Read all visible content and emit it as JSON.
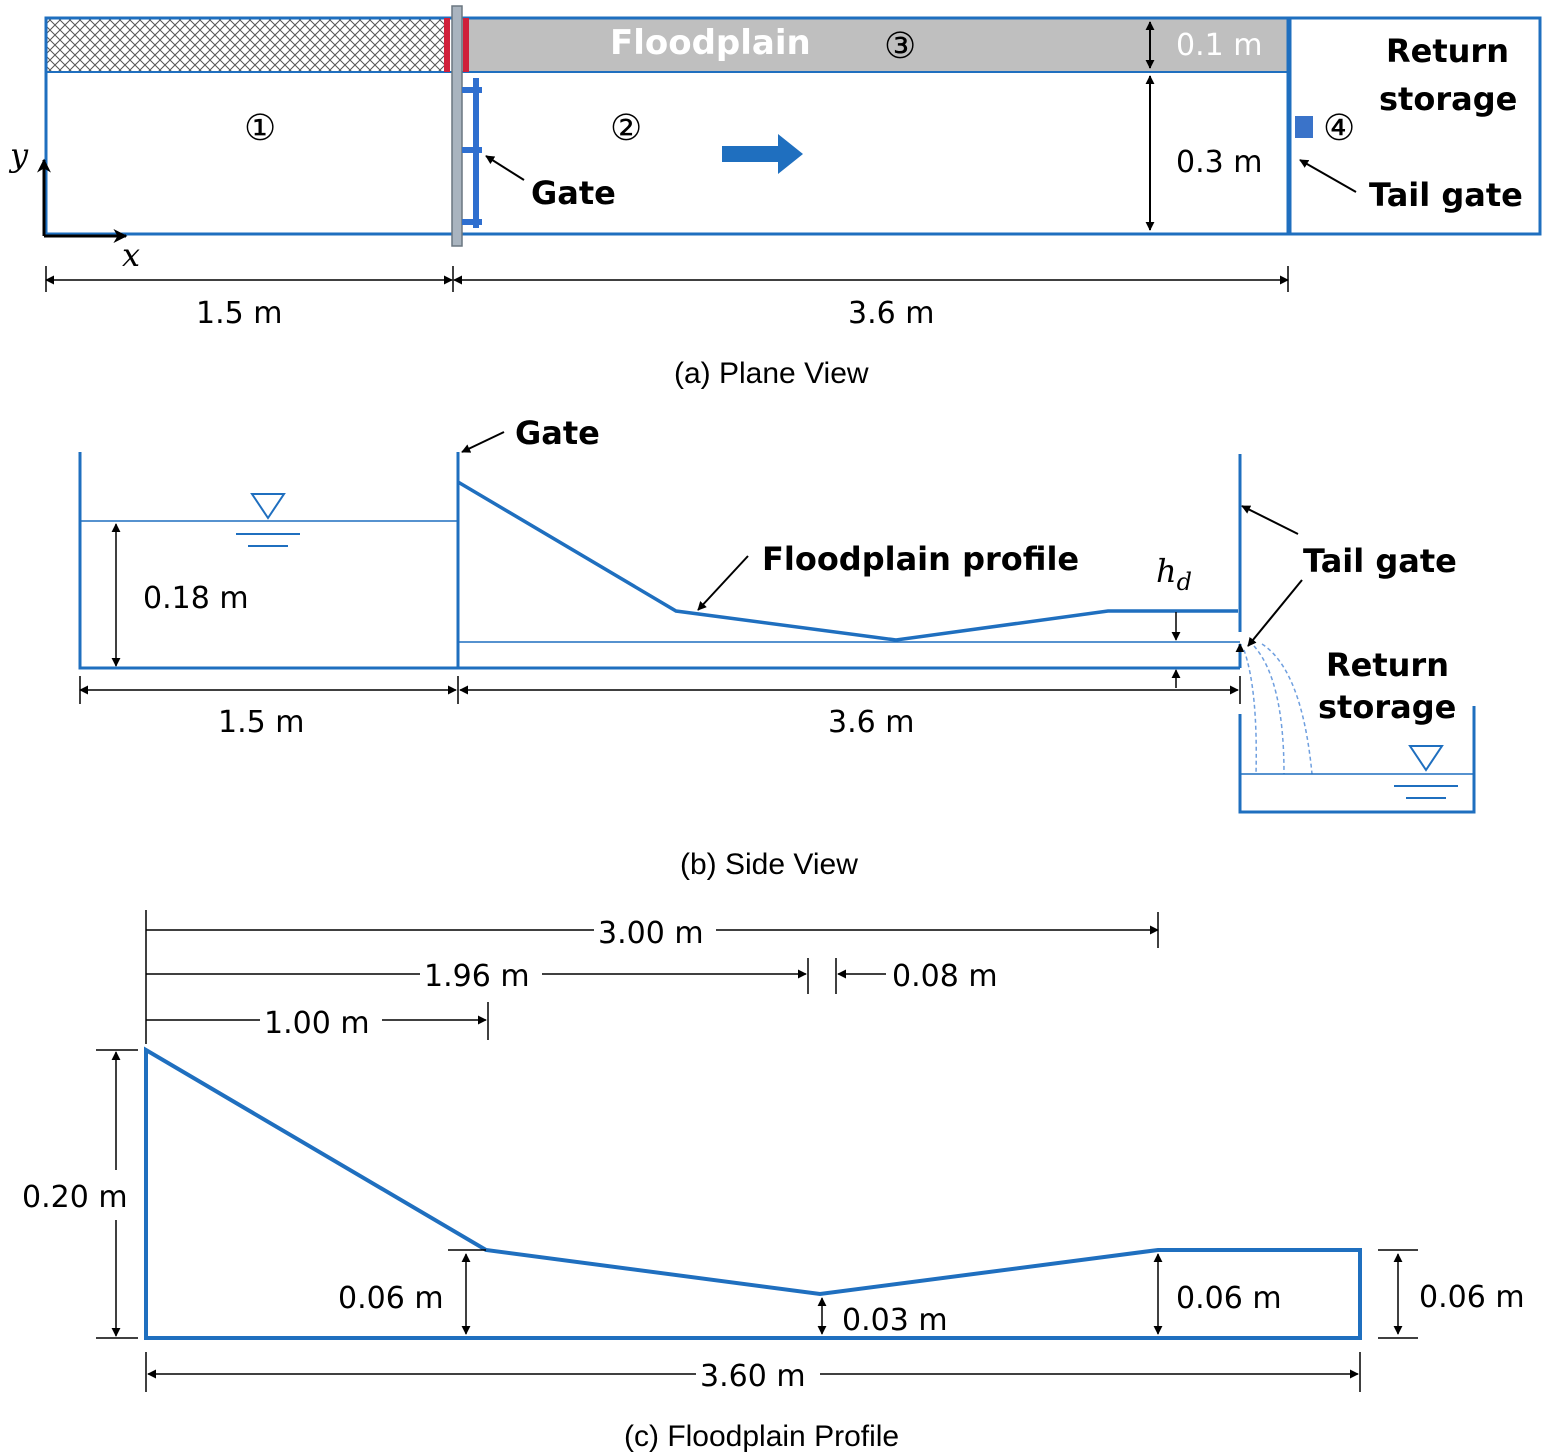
{
  "colors": {
    "accent": "#1f6fbf",
    "floodplain": "#bfbfbf",
    "gate_seal": "#d0203a",
    "gate_post": "#a9b4bf"
  },
  "plane_view": {
    "caption": "(a) Plane View",
    "floodplain_label": "Floodplain",
    "region_1": "①",
    "region_2": "②",
    "region_3": "③",
    "region_4": "④",
    "gate_label": "Gate",
    "return_storage_line1": "Return",
    "return_storage_line2": "storage",
    "tail_gate_label": "Tail gate",
    "floodplain_width": "0.1  m",
    "channel_width": "0.3  m",
    "upstream_length": "1.5  m",
    "downstream_length": "3.6  m",
    "axis_x": "x",
    "axis_y": "y"
  },
  "side_view": {
    "caption": "(b) Side View",
    "gate_label": "Gate",
    "floodplain_profile_label": "Floodplain profile",
    "depth_label": "0.18  m",
    "hd_label_main": "h",
    "hd_label_sub": "d",
    "tail_gate_label": "Tail gate",
    "return_storage_line1": "Return",
    "return_storage_line2": "storage",
    "upstream_length": "1.5  m",
    "downstream_length": "3.6  m"
  },
  "profile_view": {
    "caption": "(c) Floodplain Profile",
    "dim_3_00": "3.00  m",
    "dim_1_96": "1.96  m",
    "dim_0_08": "0.08  m",
    "dim_1_00": "1.00  m",
    "dim_0_20": "0.20  m",
    "dim_0_06_a": "0.06  m",
    "dim_0_03": "0.03  m",
    "dim_0_06_b": "0.06  m",
    "dim_0_06_c": "0.06  m",
    "dim_3_60": "3.60  m"
  }
}
